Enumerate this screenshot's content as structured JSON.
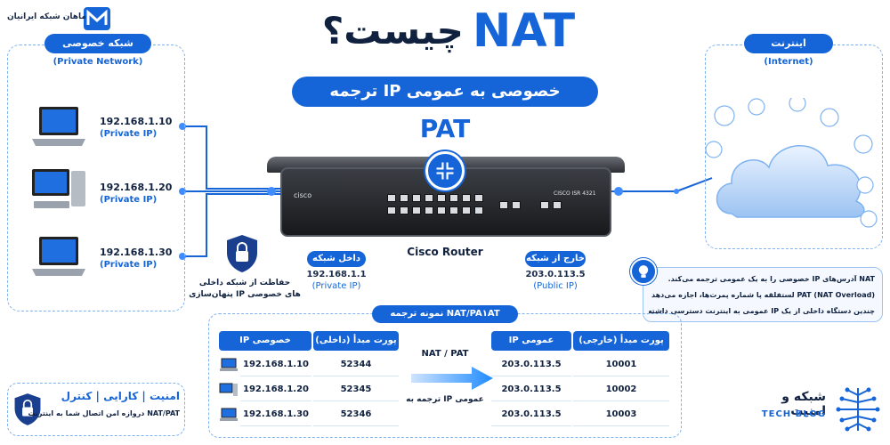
{
  "brand": {
    "name": "ماهان شبکه ایرانیان"
  },
  "header": {
    "title_nat": "NAT",
    "title_question": "چیست؟",
    "subtitle": "ترجمه IP خصوصی به عمومی",
    "pat": "PAT"
  },
  "private_network": {
    "title": "شبکه خصوصی",
    "subtitle": "(Private Network)",
    "devices": [
      {
        "ip": "192.168.1.10",
        "label": "(Private IP)",
        "icon": "laptop-icon"
      },
      {
        "ip": "192.168.1.20",
        "label": "(Private IP)",
        "icon": "desktop-icon"
      },
      {
        "ip": "192.168.1.30",
        "label": "(Private IP)",
        "icon": "laptop-icon"
      }
    ],
    "security_note": {
      "line1": "حفاظت از شبکه داخلی",
      "line2": "پنهان‌سازی IP های خصوصی"
    }
  },
  "router": {
    "label": "Cisco Router",
    "brand": "cisco",
    "model": "CISCO ISR 4321",
    "inside": {
      "label": "داخل شبکه",
      "ip": "192.168.1.1",
      "type": "(Private IP)"
    },
    "outside": {
      "label": "خارج از شبکه",
      "ip": "203.0.113.5",
      "type": "(Public IP)"
    }
  },
  "internet": {
    "title": "اینترنت",
    "subtitle": "(Internet)"
  },
  "info": {
    "line1": "NAT آدرس‌های IP خصوصی را به یک عمومی ترجمه می‌کند.",
    "line2": "PAT (NAT Overload) لستفلقه پا شماره پمرت‌ها، اجازه می‌دهد",
    "line3": "چندین دستگاه داخلی از یک IP عمومی به اینترنت دسترسی داشته باشند."
  },
  "table": {
    "title": "نمونه ترجمه NAT/PA۱AT",
    "left_headers": [
      "IP خصوصی",
      "پورت مبدأ (داخلی)"
    ],
    "right_headers": [
      "IP عمومی",
      "پورت مبدأ (خارجی)"
    ],
    "rows": [
      {
        "private_ip": "192.168.1.10",
        "inside_port": "52344",
        "public_ip": "203.0.113.5",
        "outside_port": "10001"
      },
      {
        "private_ip": "192.168.1.20",
        "inside_port": "52345",
        "public_ip": "203.0.113.5",
        "outside_port": "10002"
      },
      {
        "private_ip": "192.168.1.30",
        "inside_port": "52346",
        "public_ip": "203.0.113.5",
        "outside_port": "10003"
      }
    ],
    "middle_top": "NAT / PAT",
    "middle_bottom": "ترجمه به IP عمومی"
  },
  "footer": {
    "title": "امنیت | کارایی | کنترل",
    "description": "NAT/PAT دروازه امن اتصال شما به اینترنت"
  },
  "blog": {
    "fa": "شبکه و امنیت",
    "en": "TECH BLOG"
  },
  "colors": {
    "accent": "#1565d8",
    "dark": "#10213f",
    "dashed": "#7fb3f0"
  }
}
